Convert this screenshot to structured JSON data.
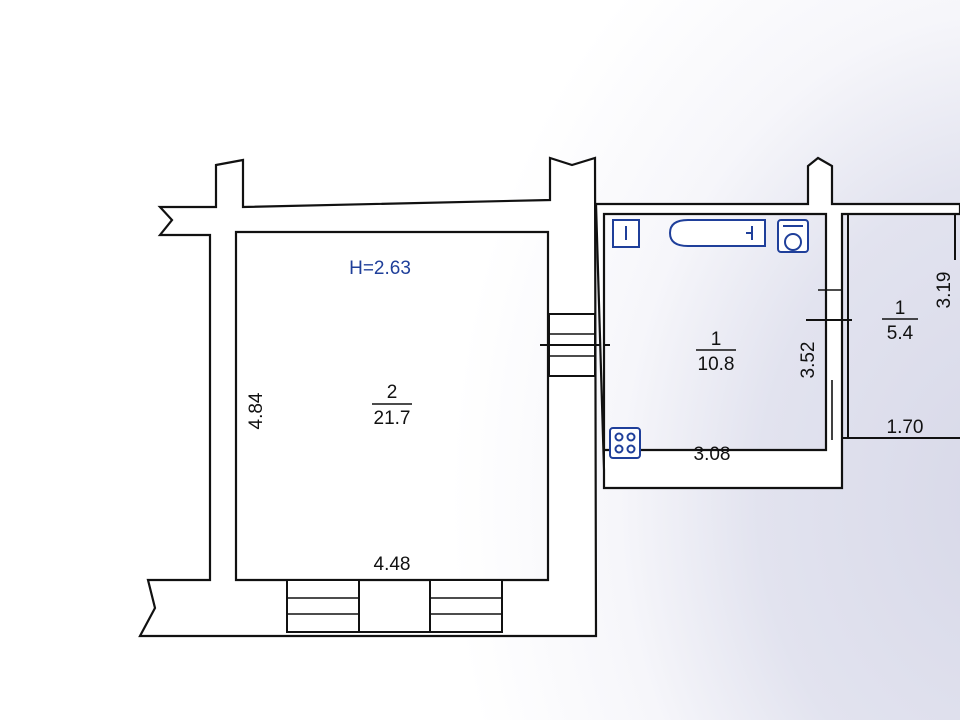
{
  "plan": {
    "height_label": "H=2.63",
    "rooms": [
      {
        "number": "2",
        "area": "21.7"
      },
      {
        "number": "1",
        "area": "10.8"
      },
      {
        "number": "1",
        "area": "5.4"
      }
    ],
    "dimensions": {
      "room2_height": "4.84",
      "room2_width": "4.48",
      "room1_height": "3.52",
      "room1_width": "3.08",
      "room3_width": "1.70",
      "room3_height": "3.19"
    },
    "icons": [
      "sink-icon",
      "bathtub-icon",
      "toilet-icon",
      "stove-icon"
    ],
    "colors": {
      "lines": "#111111",
      "fixtures": "#1f3f9a"
    }
  }
}
